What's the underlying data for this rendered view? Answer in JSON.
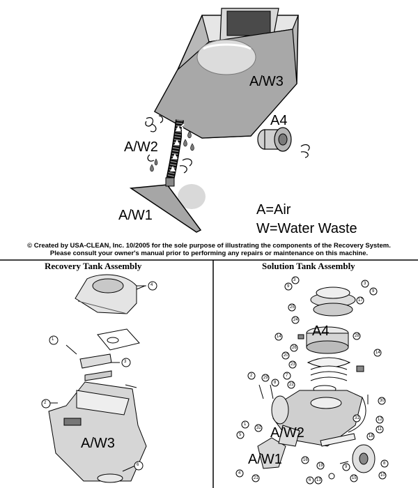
{
  "top": {
    "labels": {
      "aw3": "A/W3",
      "aw2": "A/W2",
      "aw1": "A/W1",
      "a4": "A4"
    },
    "legend": {
      "air": "A=Air",
      "water": "W=Water Waste"
    },
    "credit": {
      "line1": "© Created by USA-CLEAN, Inc. 10/2005 for the sole purpose of illustrating the components of the Recovery System.",
      "line2": "Please consult your owner's manual prior to performing any repairs or maintenance on this machine."
    }
  },
  "left_panel": {
    "title": "Recovery Tank Assembly",
    "overlay": "A/W3",
    "callouts": [
      "4",
      "1",
      "3",
      "2",
      "6"
    ]
  },
  "right_panel": {
    "title": "Solution Tank Assembly",
    "overlay_a4": "A4",
    "overlay_aw2": "A/W2",
    "overlay_aw1": "A/W1",
    "callouts": [
      "3",
      "9",
      "3",
      "9",
      "17",
      "25",
      "24",
      "14",
      "28",
      "26",
      "20",
      "23",
      "7",
      "22",
      "14",
      "2",
      "29",
      "8",
      "30",
      "32",
      "31",
      "12",
      "11",
      "18",
      "1",
      "5",
      "4",
      "16",
      "19",
      "6",
      "9",
      "10",
      "21",
      "13",
      "15",
      "8"
    ]
  }
}
